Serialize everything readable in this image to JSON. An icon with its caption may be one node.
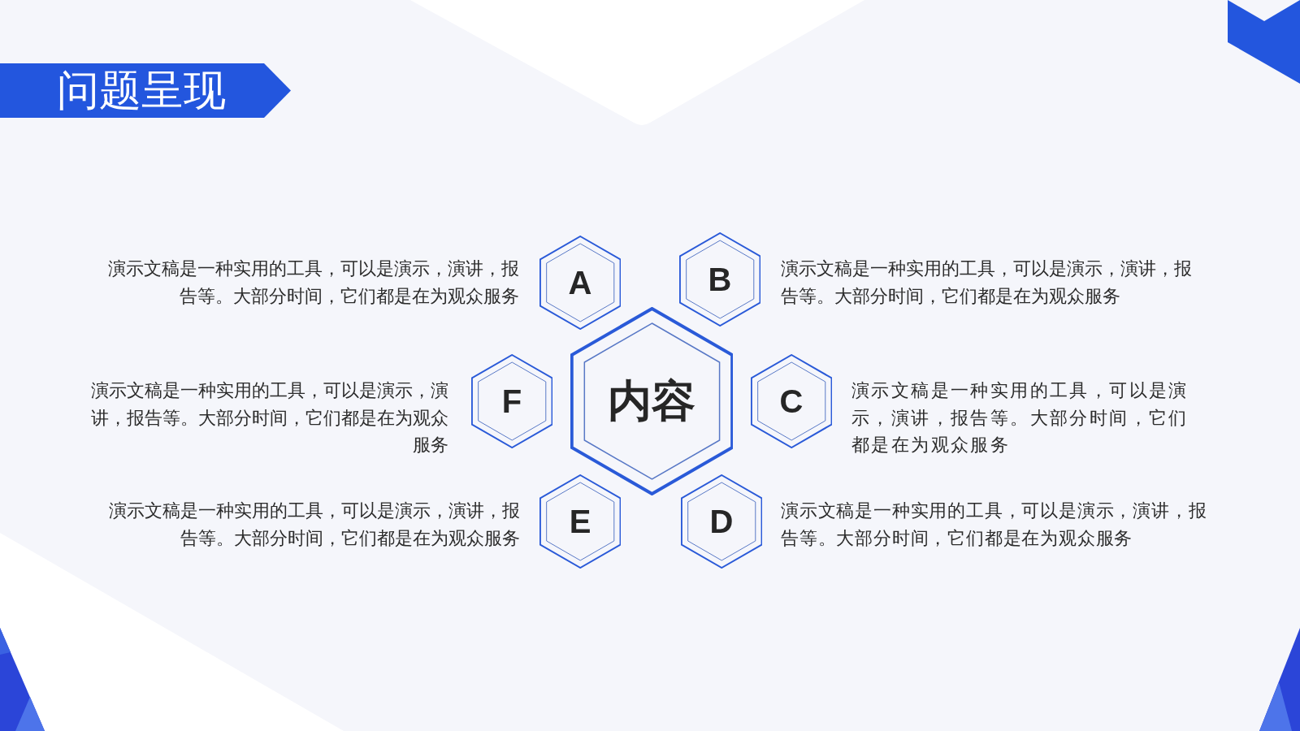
{
  "diagram": {
    "title": "问题呈现",
    "nodes": [
      {
        "text": [
          "内容"
        ]
      },
      {
        "text": [
          "A"
        ],
        "beside": [
          "演示文稿是一种实用的工具，可以是演示，演讲，报告等。大部分时间，它们都是在为观众服务"
        ]
      },
      {
        "text": [
          "B"
        ],
        "beside": [
          "演示文稿是一种实用的工具，可以是演示，演讲，报告等。大部分时间，它们都是在为观众服务"
        ]
      },
      {
        "text": [
          "C"
        ],
        "beside": [
          "演示文稿是一种实用的工具，可以是演示，演讲，报告等。大部分时间，它们都是在为观众服务"
        ]
      },
      {
        "text": [
          "D"
        ],
        "beside": [
          "演示文稿是一种实用的工具，可以是演示，演讲，报告等。大部分时间，它们都是在为观众服务"
        ]
      },
      {
        "text": [
          "E"
        ],
        "beside": [
          "演示文稿是一种实用的工具，可以是演示，演讲，报告等。大部分时间，它们都是在为观众服务"
        ]
      },
      {
        "text": [
          "F"
        ],
        "beside": [
          "演示文稿是一种实用的工具，可以是演示，演讲，报告等。大部分时间，它们都是在为观众服务"
        ]
      }
    ]
  }
}
